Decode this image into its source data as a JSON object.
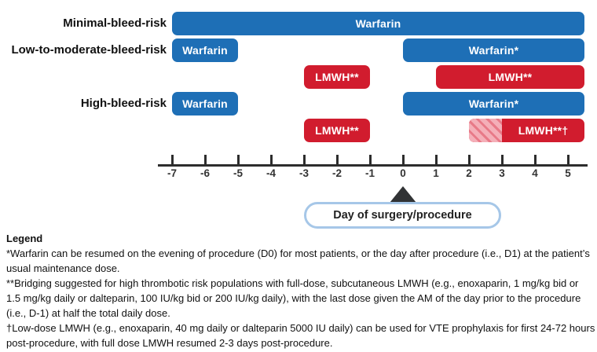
{
  "chart_data": {
    "type": "bar",
    "subtype": "gantt-timeline",
    "title": "",
    "xlabel": "",
    "ylabel": "",
    "xlim": [
      -7.5,
      5.6
    ],
    "x_ticks": [
      -7,
      -6,
      -5,
      -4,
      -3,
      -2,
      -1,
      0,
      1,
      2,
      3,
      4,
      5
    ],
    "surgery_day": 0,
    "grid": false,
    "colors": {
      "warfarin_blue": "#1e6fb6",
      "lmwh_red": "#d11c2e",
      "prophylaxis_hatch_pink": "#f4afb8",
      "axis_dark": "#2d2d2d",
      "pill_border_blue": "#a6c7e8"
    },
    "groups": [
      {
        "label": "Minimal-bleed-risk",
        "row": 0
      },
      {
        "label": "Low-to-moderate-bleed-risk",
        "row": 1
      },
      {
        "label": "High-bleed-risk",
        "row": 3
      }
    ],
    "rows": [
      {
        "name": "minimal-warfarin",
        "bars": [
          {
            "label": "Warfarin",
            "drug": "warfarin",
            "start": -7,
            "end": 5.5
          }
        ]
      },
      {
        "name": "lowmod-warfarin",
        "bars": [
          {
            "label": "Warfarin",
            "drug": "warfarin",
            "start": -7,
            "end": -5
          },
          {
            "label": "Warfarin*",
            "drug": "warfarin",
            "start": 0,
            "end": 5.5
          }
        ]
      },
      {
        "name": "lowmod-lmwh",
        "bars": [
          {
            "label": "LMWH**",
            "drug": "lmwh",
            "start": -3,
            "end": -1
          },
          {
            "label": "LMWH**",
            "drug": "lmwh",
            "start": 1,
            "end": 5.5
          }
        ]
      },
      {
        "name": "high-warfarin",
        "bars": [
          {
            "label": "Warfarin",
            "drug": "warfarin",
            "start": -7,
            "end": -5
          },
          {
            "label": "Warfarin*",
            "drug": "warfarin",
            "start": 0,
            "end": 5.5
          }
        ]
      },
      {
        "name": "high-lmwh",
        "bars": [
          {
            "label": "LMWH**",
            "drug": "lmwh",
            "start": -3,
            "end": -1
          },
          {
            "label": "LMWH**†",
            "drug": "lmwh",
            "start": 2,
            "end": 5.5,
            "hatch_until": 3
          }
        ]
      }
    ]
  },
  "annotation": {
    "label": "Day of surgery/procedure"
  },
  "legend": {
    "title": "Legend",
    "notes": [
      "*Warfarin can be resumed on the evening of procedure (D0) for most patients, or the day after procedure (i.e., D1) at the patient’s usual maintenance dose.",
      "**Bridging suggested for high thrombotic risk populations with full-dose, subcutaneous LMWH (e.g., enoxaparin, 1 mg/kg bid or 1.5 mg/kg daily or dalteparin, 100 IU/kg bid or 200 IU/kg daily), with the last dose given the AM of the day prior to the procedure (i.e., D-1) at half the total daily dose.",
      "†Low-dose LMWH (e.g., enoxaparin, 40 mg daily or dalteparin 5000 IU daily) can be used for VTE prophylaxis for first 24-72 hours post-procedure, with full dose LMWH resumed 2-3 days post-procedure."
    ]
  }
}
